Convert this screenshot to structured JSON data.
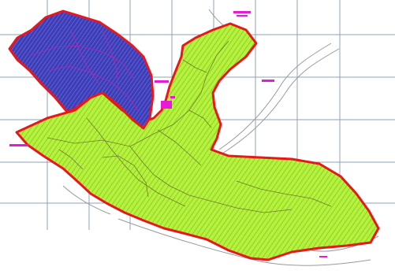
{
  "map": {
    "colors": {
      "background": "#ffffff",
      "grid_line": "#8fa3b5",
      "road_line": "#9a9a9a",
      "green_zone_fill": "#b6f23d",
      "green_zone_hatch": "#8ccf2a",
      "blue_zone_fill": "#3d3db8",
      "blue_zone_hatch": "#6b6bd6",
      "zone_border": "#e8171b",
      "street_network": "#6e7a2e",
      "blue_zone_streets": "#b026b0",
      "magenta_marker": "#e81ad8"
    },
    "regions": [
      {
        "name": "green-zone",
        "description_visible": false
      },
      {
        "name": "blue-zone",
        "description_visible": false
      }
    ],
    "layers": [
      "grid",
      "roads",
      "green-zone",
      "blue-zone",
      "street-network",
      "markers"
    ]
  }
}
